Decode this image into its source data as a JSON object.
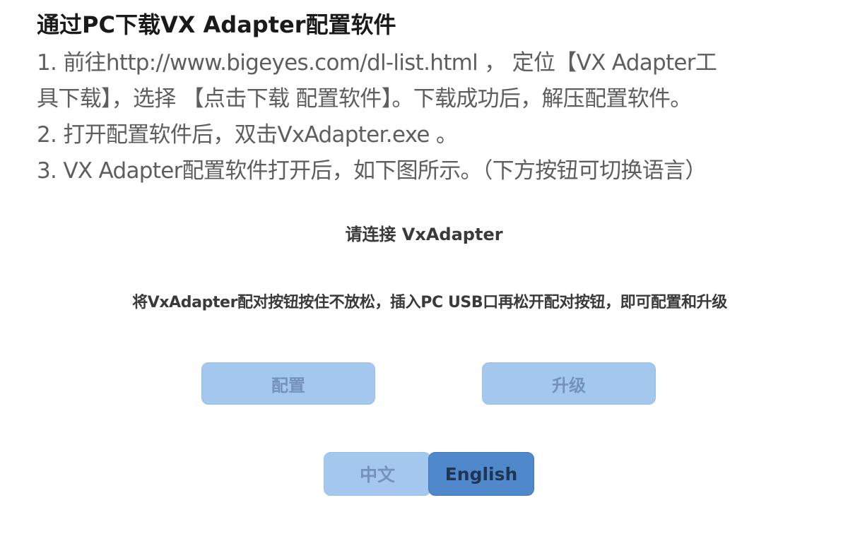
{
  "page": {
    "title": "通过PC下载VX Adapter配置软件"
  },
  "instructions": {
    "steps": [
      "1. 前往http://www.bigeyes.com/dl-list.html ， 定位【VX Adapter工",
      "具下载】，选择 【点击下载 配置软件】。下载成功后，解压配置软件。",
      "2. 打开配置软件后，双击VxAdapter.exe 。",
      "3. VX Adapter配置软件打开后，如下图所示。（下方按钮可切换语言）"
    ]
  },
  "app": {
    "heading": "请连接 VxAdapter",
    "instruction": "将VxAdapter配对按钮按住不放松，插入PC USB口再松开配对按钮，即可配置和升级",
    "buttons": {
      "configure": "配置",
      "upgrade": "升级"
    },
    "language": {
      "chinese": "中文",
      "english": "English",
      "selected": "English"
    }
  },
  "colors": {
    "button_disabled_bg": "#a4c7ee",
    "button_disabled_text": "#7592ba",
    "language_selected_bg": "#5089cb",
    "language_selected_text": "#1f3552"
  }
}
